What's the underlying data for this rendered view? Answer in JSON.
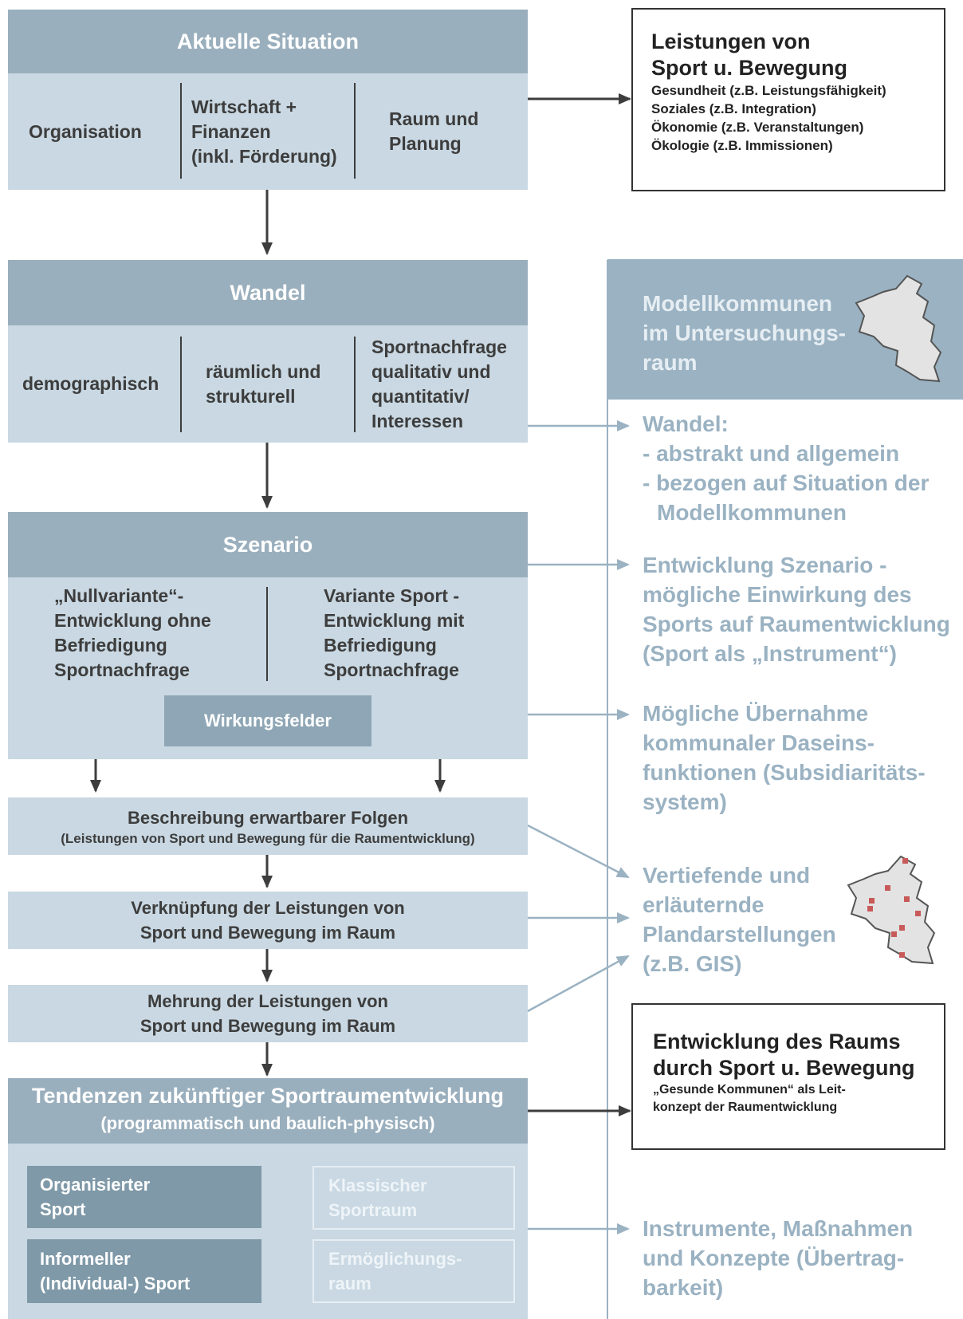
{
  "situation": {
    "title": "Aktuelle Situation",
    "col1": "Organisation",
    "col2": [
      "Wirtschaft +",
      "Finanzen",
      "(inkl. Förderung)"
    ],
    "col3": [
      "Raum und",
      "Planung"
    ]
  },
  "leistungen_box": {
    "title": [
      "Leistungen von",
      "Sport u. Bewegung"
    ],
    "items": [
      "Gesundheit (z.B. Leistungsfähigkeit)",
      "Soziales (z.B. Integration)",
      "Ökonomie (z.B. Veranstaltungen)",
      "Ökologie (z.B. Immissionen)"
    ]
  },
  "wandel": {
    "title": "Wandel",
    "col1": "demographisch",
    "col2": [
      "räumlich und",
      "strukturell"
    ],
    "col3": [
      "Sportnachfrage",
      "qualitativ und",
      "quantitativ/",
      "Interessen"
    ]
  },
  "modell": {
    "title": [
      "Modellkommunen",
      "im Untersuchungs-",
      "raum"
    ]
  },
  "right": {
    "wandel": [
      "Wandel:",
      "- abstrakt und allgemein",
      "- bezogen auf Situation der",
      "  Modellkommunen"
    ],
    "szenario": [
      "Entwicklung Szenario -",
      "mögliche Einwirkung des",
      "Sports auf Raumentwicklung",
      "(Sport als „Instrument“)"
    ],
    "uebernahme": [
      "Mögliche Übernahme",
      "kommunaler Daseins-",
      "funktionen (Subsidiaritäts-",
      "system)"
    ],
    "vertiefend": [
      "Vertiefende und",
      "erläuternde",
      "Plandarstellungen",
      "(z.B. GIS)"
    ],
    "instrumente": [
      "Instrumente, Maßnahmen",
      "und Konzepte (Übertrag-",
      "barkeit)"
    ]
  },
  "szenario": {
    "title": "Szenario",
    "left": [
      "„Nullvariante“-",
      "Entwicklung ohne",
      "Befriedigung",
      "Sportnachfrage"
    ],
    "right": [
      "Variante Sport -",
      "Entwicklung mit",
      "Befriedigung",
      "Sportnachfrage"
    ],
    "wirkungsfelder": "Wirkungsfelder"
  },
  "folgen": {
    "title": "Beschreibung erwartbarer Folgen",
    "sub": "(Leistungen von Sport und Bewegung für die Raumentwicklung)"
  },
  "verknuepfung": [
    "Verknüpfung der Leistungen von",
    "Sport und Bewegung im Raum"
  ],
  "mehrung": [
    "Mehrung der Leistungen von",
    "Sport und Bewegung im Raum"
  ],
  "tendenzen": {
    "title": "Tendenzen zukünftiger Sportraumentwicklung",
    "sub": "(programmatisch und baulich-physisch)",
    "org": [
      "Organisierter",
      "Sport"
    ],
    "klassisch": [
      "Klassischer",
      "Sportraum"
    ],
    "informell": [
      "Informeller",
      "(Individual-) Sport"
    ],
    "ermoeglichung": [
      "Ermöglichungs-",
      "raum"
    ]
  },
  "entwicklung_box": {
    "title": [
      "Entwicklung des Raums",
      "durch Sport u. Bewegung"
    ],
    "sub": [
      "„Gesunde Kommunen“ als Leit-",
      "konzept der Raumentwicklung"
    ]
  },
  "colors": {
    "header": "#9aafbd",
    "body": "#c9d8e2",
    "accent": "#9ab2c2",
    "dark": "#3d3d3d"
  }
}
